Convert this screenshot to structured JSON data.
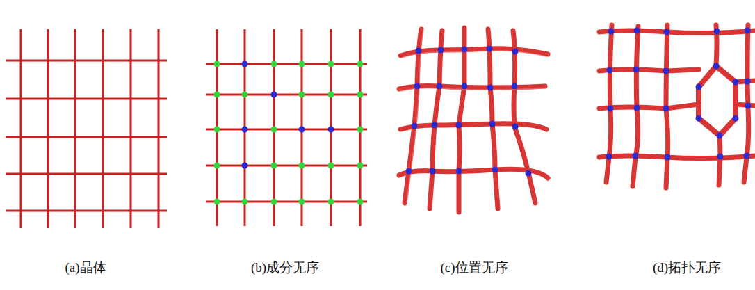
{
  "diagram": {
    "labels": [
      "(a)晶体",
      "(b)成分无序",
      "(c)位置无序",
      "(d)拓扑无序"
    ]
  }
}
